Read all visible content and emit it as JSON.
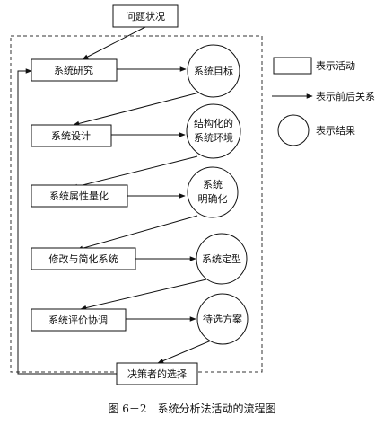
{
  "nodes": {
    "problem": "问题状况",
    "research": "系统研究",
    "design": "系统设计",
    "quantify": "系统属性量化",
    "simplify": "修改与简化系统",
    "evaluate": "系统评价协调",
    "decision": "决策者的选择"
  },
  "results": {
    "goal": "系统目标",
    "structured": [
      "结构化的",
      "系统环境"
    ],
    "clarify": [
      "系统",
      "明确化"
    ],
    "finalize": "系统定型",
    "candidates": "待选方案"
  },
  "legend": {
    "activity": "表示活动",
    "relation": "表示前后关系",
    "result": "表示结果"
  },
  "caption": "图 6－2　系统分析法活动的流程图"
}
